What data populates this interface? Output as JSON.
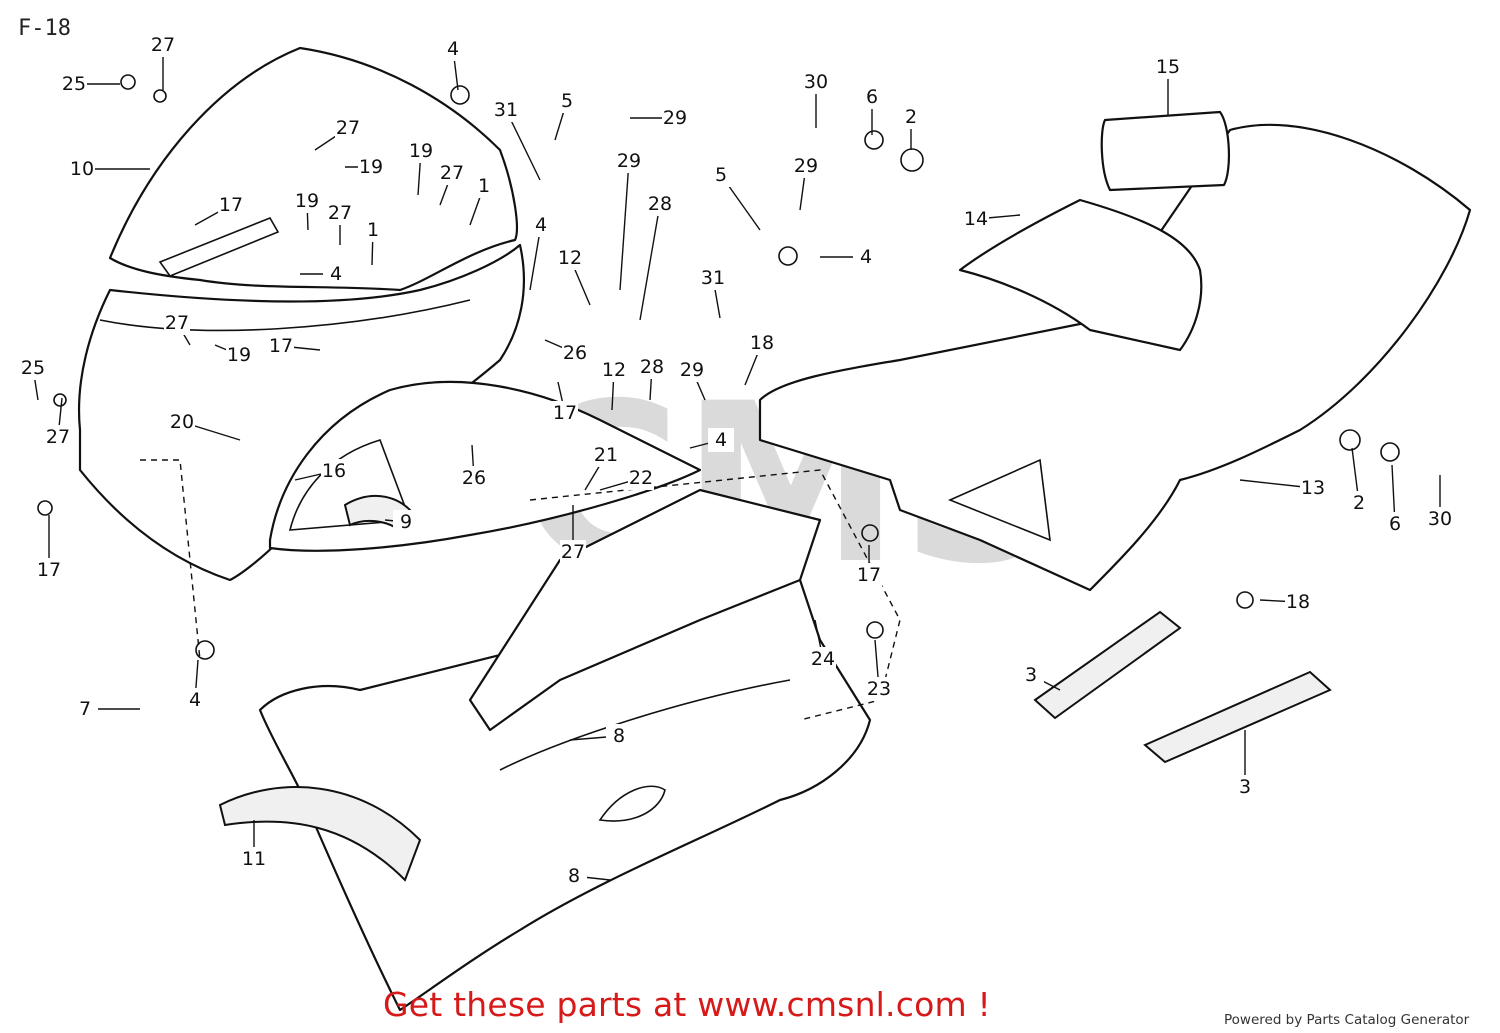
{
  "sheet": {
    "id": "F-18"
  },
  "callouts": [
    "27",
    "25",
    "10",
    "4",
    "31",
    "5",
    "29",
    "30",
    "6",
    "2",
    "15",
    "27",
    "19",
    "19",
    "27",
    "17",
    "19",
    "27",
    "1",
    "1",
    "29",
    "28",
    "5",
    "29",
    "14",
    "4",
    "4",
    "12",
    "31",
    "4",
    "27",
    "19",
    "17",
    "26",
    "25",
    "27",
    "18",
    "12",
    "28",
    "29",
    "20",
    "26",
    "17",
    "4",
    "16",
    "21",
    "22",
    "9",
    "27",
    "17",
    "17",
    "13",
    "2",
    "6",
    "30",
    "18",
    "24",
    "23",
    "3",
    "4",
    "7",
    "8",
    "3",
    "11",
    "8"
  ],
  "footer": {
    "promo": "Get these parts at www.cmsnl.com !",
    "credit": "Powered by Parts Catalog Generator"
  },
  "watermark": {
    "text": "CMS"
  },
  "colors": {
    "ink": "#111111",
    "promo": "#d61a1a",
    "watermark": "#bdbdbd"
  }
}
